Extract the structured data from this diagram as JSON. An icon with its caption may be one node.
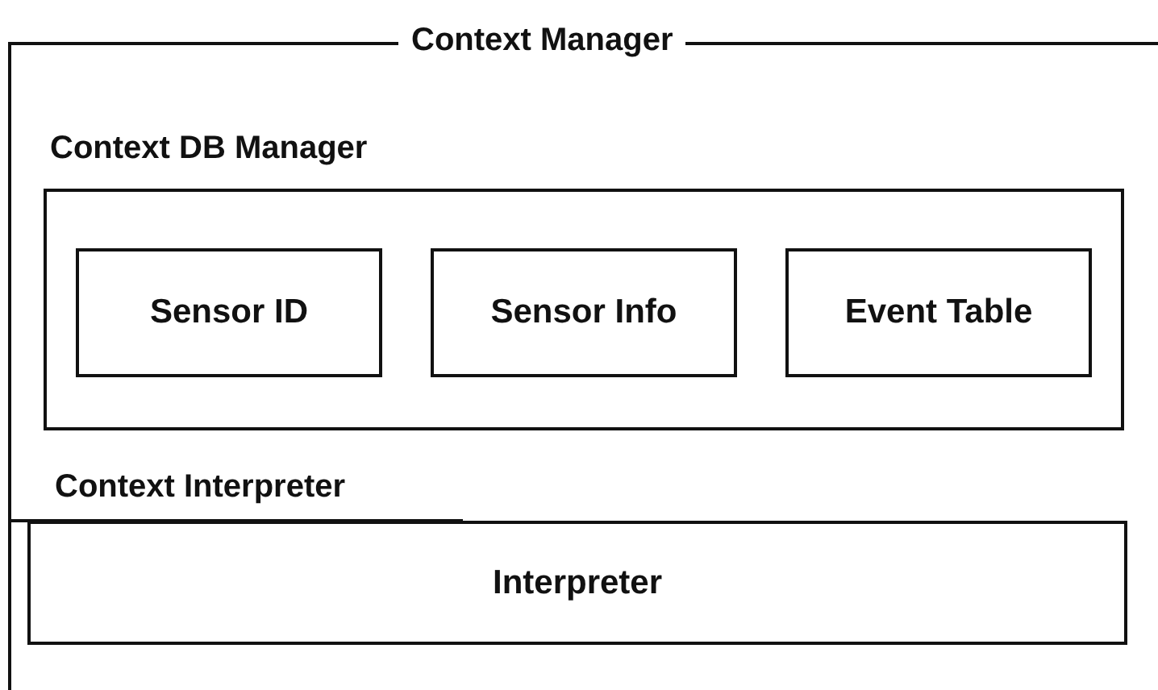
{
  "diagram": {
    "nodes": [
      {
        "text": [
          "Context Manager"
        ]
      },
      {
        "text": [
          "Context DB Manager"
        ],
        "in": 0
      },
      {
        "text": [
          "Sensor ID"
        ],
        "in": 1
      },
      {
        "text": [
          "Sensor Info"
        ],
        "in": 1
      },
      {
        "text": [
          "Event Table"
        ],
        "in": 1
      },
      {
        "text": [
          "Context Interpreter",
          "Interpreter"
        ],
        "in": 0
      }
    ]
  }
}
